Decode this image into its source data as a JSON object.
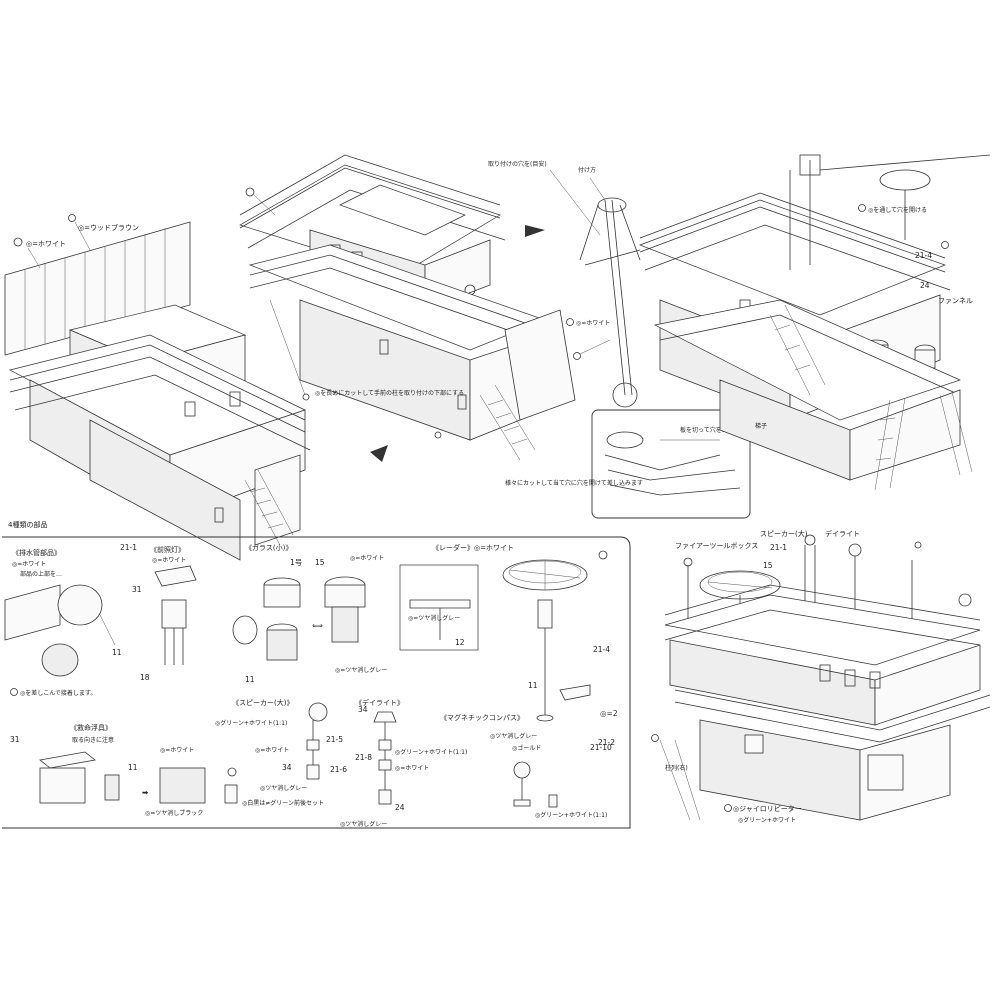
{
  "sheet": {
    "tl_brown": "◎=ウッドブラウン",
    "tl_white": "◎=ホワイト",
    "tc_note": "◎を長めにカットして手前の柱を取り付けの下部にする",
    "tr_yellow_note": "取り付けの穴を(目安)",
    "tr_mast": "付け方",
    "tr_white": "◎=ホワイト",
    "inset_note": "板を切って穴をあけて差し込みます。",
    "inset_caption": "様々にカットして当て穴に穴を開けて差し込みます",
    "tr_hole": "◎を通して穴を開ける",
    "tr_fan": "ファンネル",
    "tr_ladder": "梯子",
    "tr_num_1": "21-4",
    "tr_num_2": "24",
    "br_speaker": "スピーカー(大)",
    "br_daylight": "デイライト",
    "br_fire": "ファイアーツールボックス",
    "br_num_1": "21-1",
    "br_num_2": "15",
    "br_railing": "柱列(右)",
    "br_gyro": "◎ジャイロリピーター",
    "br_gyro_color": "◎グリーン+ホワイト",
    "panel_title": "4種類の部品",
    "cyl_title": "《排水管部品》",
    "cyl_white": "◎=ホワイト",
    "cyl_hint": "部品の上部を…",
    "cyl_attach": "◎を差しこんで接着します。",
    "cyl_num": "11",
    "lamp_title": "《前照灯》",
    "lamp_white": "◎=ホワイト",
    "lamp_num_1": "21-1",
    "lamp_num_2": "31",
    "lamp_num_3": "18",
    "cup_title": "《ガラス(小)》",
    "cup_num_1": "1号",
    "cup_num_2": "15",
    "cup_num_3": "11",
    "cup_white": "◎=ホワイト",
    "cup_gray": "◎=ツヤ消しグレー",
    "radar_title": "《レーダー》◎=ホワイト",
    "radar_gray": "◎=ツヤ消しグレー",
    "radar_num_1": "12",
    "radar_num_2": "21-4",
    "radar_num_3": "11",
    "radar_num_4": "21-2",
    "radar_num_5": "◎=2",
    "sp_title": "《スピーカー(大)》",
    "sp_color": "◎グリーン+ホワイト(1:1)",
    "sp_white": "◎=ホワイト",
    "sp_gray": "◎ツヤ消しグレー",
    "sp_num_1": "21-5",
    "sp_num_2": "21-6",
    "sp_num_3": "34",
    "dl_title": "《デイライト》",
    "dl_num_1": "34",
    "dl_num_2": "21-8",
    "dl_num_3": "24",
    "dl_color": "◎グリーン+ホワイト(1:1)",
    "dl_white": "◎=ホワイト",
    "dl_gray": "◎ツヤ消しグレー",
    "mag_title": "《マグネチックコンパス》",
    "mag_gray": "◎ツヤ消しグレー",
    "mag_gold": "◎ゴールド",
    "mag_num": "21-10",
    "mag_color": "◎グリーン+ホワイト(1:1)",
    "box_title": "《救命浮具》",
    "box_note": "取る向きに注意",
    "box_white": "◎=ホワイト",
    "box_black": "◎=ツヤ消しブラック",
    "box_num_1": "31",
    "box_num_2": "11",
    "box_gray": "◎白黒は≠グリーン前後セット"
  }
}
